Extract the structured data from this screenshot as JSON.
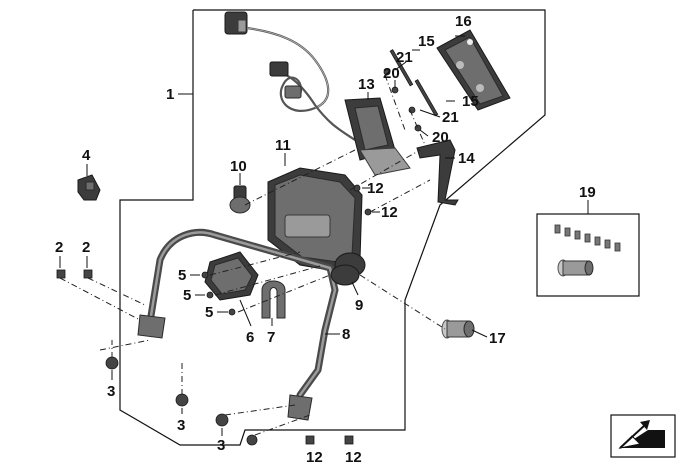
{
  "callouts": {
    "p1": "1",
    "p2a": "2",
    "p2b": "2",
    "p3a": "3",
    "p3b": "3",
    "p3c": "3",
    "p4": "4",
    "p5a": "5",
    "p5b": "5",
    "p5c": "5",
    "p6": "6",
    "p7": "7",
    "p8": "8",
    "p9": "9",
    "p10": "10",
    "p11": "11",
    "p12a": "12",
    "p12b": "12",
    "p13": "13",
    "p14": "14",
    "p15a": "15",
    "p15b": "15",
    "p16": "16",
    "p17": "17",
    "p19": "19",
    "p20a": "20",
    "p20b": "20",
    "p21a": "21",
    "p21b": "21",
    "p12c": "12",
    "p12d": "12"
  },
  "icons": {
    "corner": "arrow-logo-icon"
  }
}
